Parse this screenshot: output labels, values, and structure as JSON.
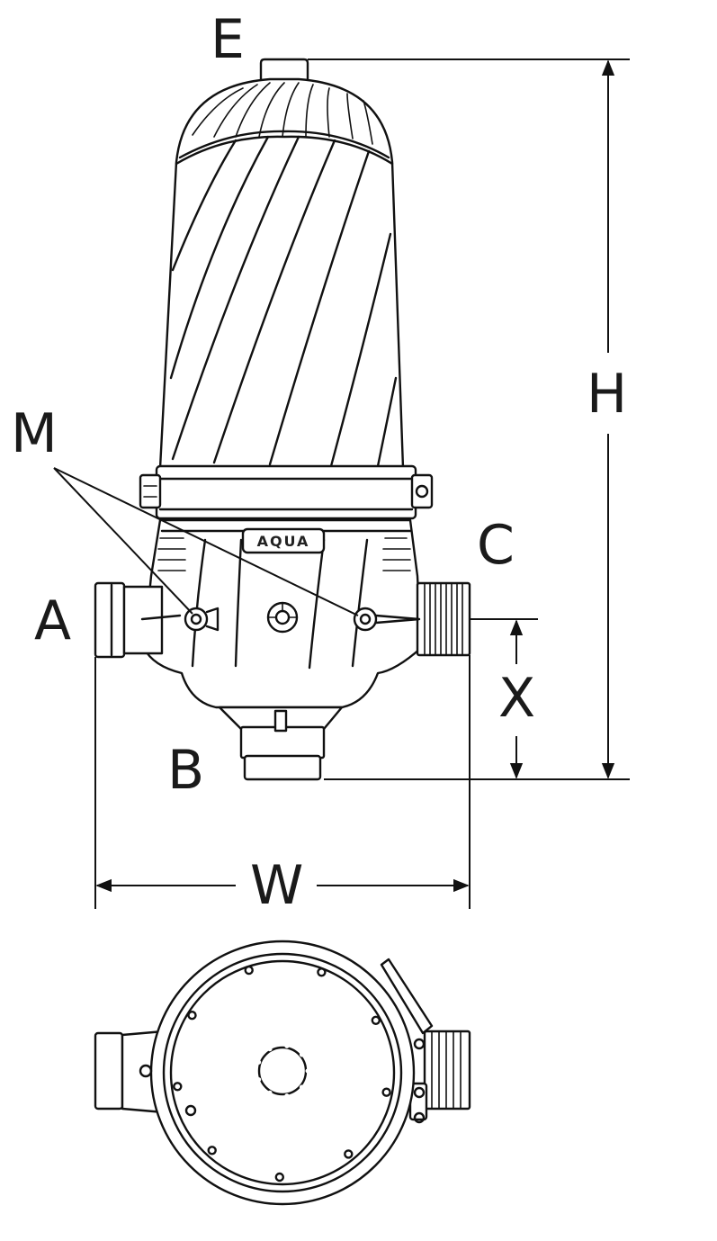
{
  "labels": {
    "e": "E",
    "h": "H",
    "m": "M",
    "c": "C",
    "a": "A",
    "x": "X",
    "b": "B",
    "w": "W"
  },
  "brand": "AQUA"
}
